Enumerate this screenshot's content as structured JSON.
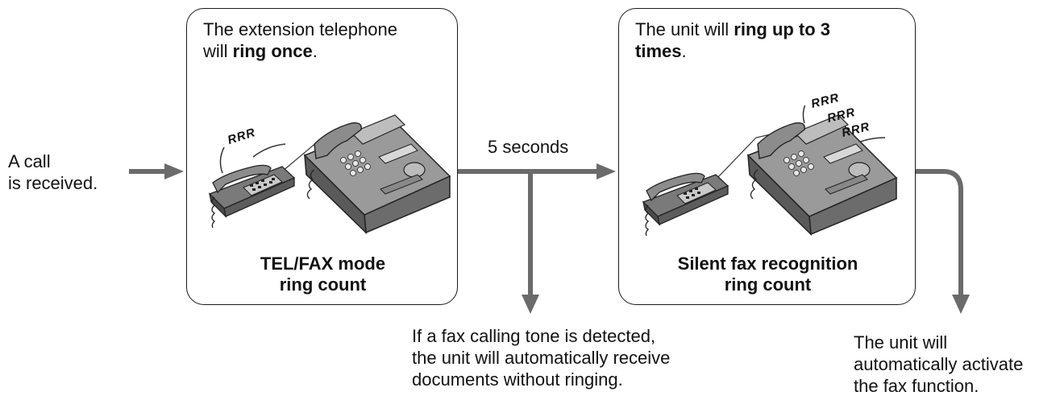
{
  "start": {
    "line1": "A call",
    "line2": "is received."
  },
  "box1": {
    "desc_pre": "The extension telephone",
    "desc_line2_pre": "will ",
    "desc_bold": "ring once",
    "desc_post": ".",
    "ring_text": "RRR",
    "title_line1": "TEL/FAX mode",
    "title_line2": "ring count"
  },
  "transition": {
    "label": "5 seconds"
  },
  "box2": {
    "desc_pre": "The unit will ",
    "desc_bold1": "ring up to 3",
    "desc_bold2": "times",
    "desc_post": ".",
    "ring_text1": "RRR",
    "ring_text2": "RRR",
    "ring_text3": "RRR",
    "title_line1": "Silent fax recognition",
    "title_line2": "ring count"
  },
  "outcome_fax_tone": {
    "line1": "If a fax calling tone is detected,",
    "line2": "the unit will automatically receive",
    "line3": "documents without ringing."
  },
  "outcome_fax_function": {
    "line1": "The unit will",
    "line2": "automatically activate",
    "line3": "the fax function."
  },
  "colors": {
    "arrow": "#6b6b6b",
    "border": "#1a1a1a",
    "device": "#8e8e8e"
  }
}
